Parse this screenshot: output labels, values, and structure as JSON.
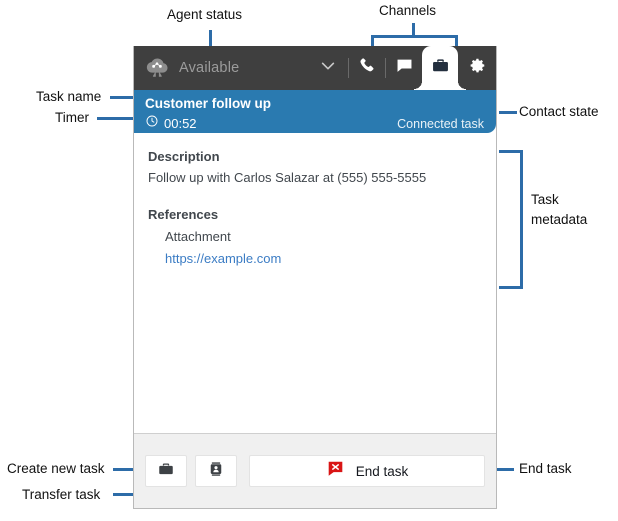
{
  "ccp": {
    "topbar": {
      "agent_status_label": "Available",
      "agent_status_icon": "amazon-connect-logo-icon",
      "status_caret_icon": "chevron-down-icon",
      "channels": [
        {
          "name": "voice",
          "icon": "phone-icon",
          "active": false
        },
        {
          "name": "chat",
          "icon": "chat-bubble-icon",
          "active": false
        },
        {
          "name": "task",
          "icon": "briefcase-icon",
          "active": true
        }
      ],
      "settings_icon": "gear-icon"
    },
    "contact_header": {
      "task_name": "Customer follow up",
      "timer_icon": "clock-icon",
      "timer": "00:52",
      "contact_state": "Connected task"
    },
    "body": {
      "description_heading": "Description",
      "description_value": "Follow up with Carlos Salazar at (555) 555-5555",
      "references_heading": "References",
      "references": [
        {
          "name": "Attachment",
          "link": "https://example.com"
        }
      ]
    },
    "footer": {
      "create_task_icon": "briefcase-icon",
      "transfer_task_icon": "transfer-contact-icon",
      "end_task_icon": "end-contact-icon",
      "end_task_label": "End task"
    }
  },
  "annotations": {
    "agent_status": "Agent status",
    "channels": "Channels",
    "task_name": "Task name",
    "timer": "Timer",
    "contact_state": "Contact state",
    "task_metadata": "Task\nmetadata",
    "task_metadata_line1": "Task",
    "task_metadata_line2": "metadata",
    "create_new_task": "Create new task",
    "transfer_task": "Transfer task",
    "end_task": "End task"
  },
  "colors": {
    "accent_blue": "#2a7ab0",
    "annotation_blue": "#2d6ca8",
    "topbar_dark": "#3f3f3f",
    "footer_gray": "#f0f0f0",
    "link_blue": "#3b7cc4",
    "end_task_red": "#d91515"
  }
}
